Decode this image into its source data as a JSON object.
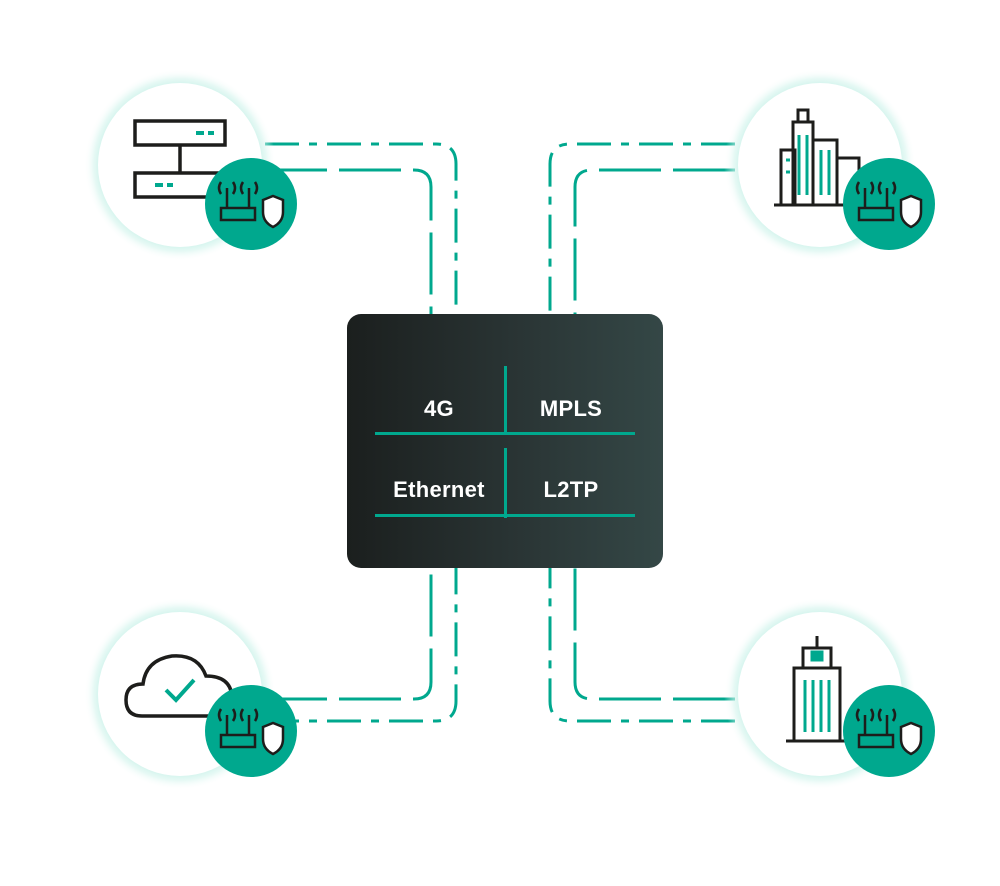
{
  "hub": {
    "protocols": {
      "top_left": "4G",
      "top_right": "MPLS",
      "bottom_left": "Ethernet",
      "bottom_right": "L2TP"
    }
  },
  "nodes": [
    {
      "id": "datacenter",
      "icon": "server-rack-icon"
    },
    {
      "id": "office-campus",
      "icon": "city-buildings-icon"
    },
    {
      "id": "cloud",
      "icon": "cloud-check-icon"
    },
    {
      "id": "branch-office",
      "icon": "office-tower-icon"
    }
  ],
  "colors": {
    "accent": "#00a88e",
    "glow": "#b6ece1",
    "hub_dark": "#1b1f1e",
    "hub_light": "#344746",
    "icon_stroke": "#1d1d1b"
  }
}
